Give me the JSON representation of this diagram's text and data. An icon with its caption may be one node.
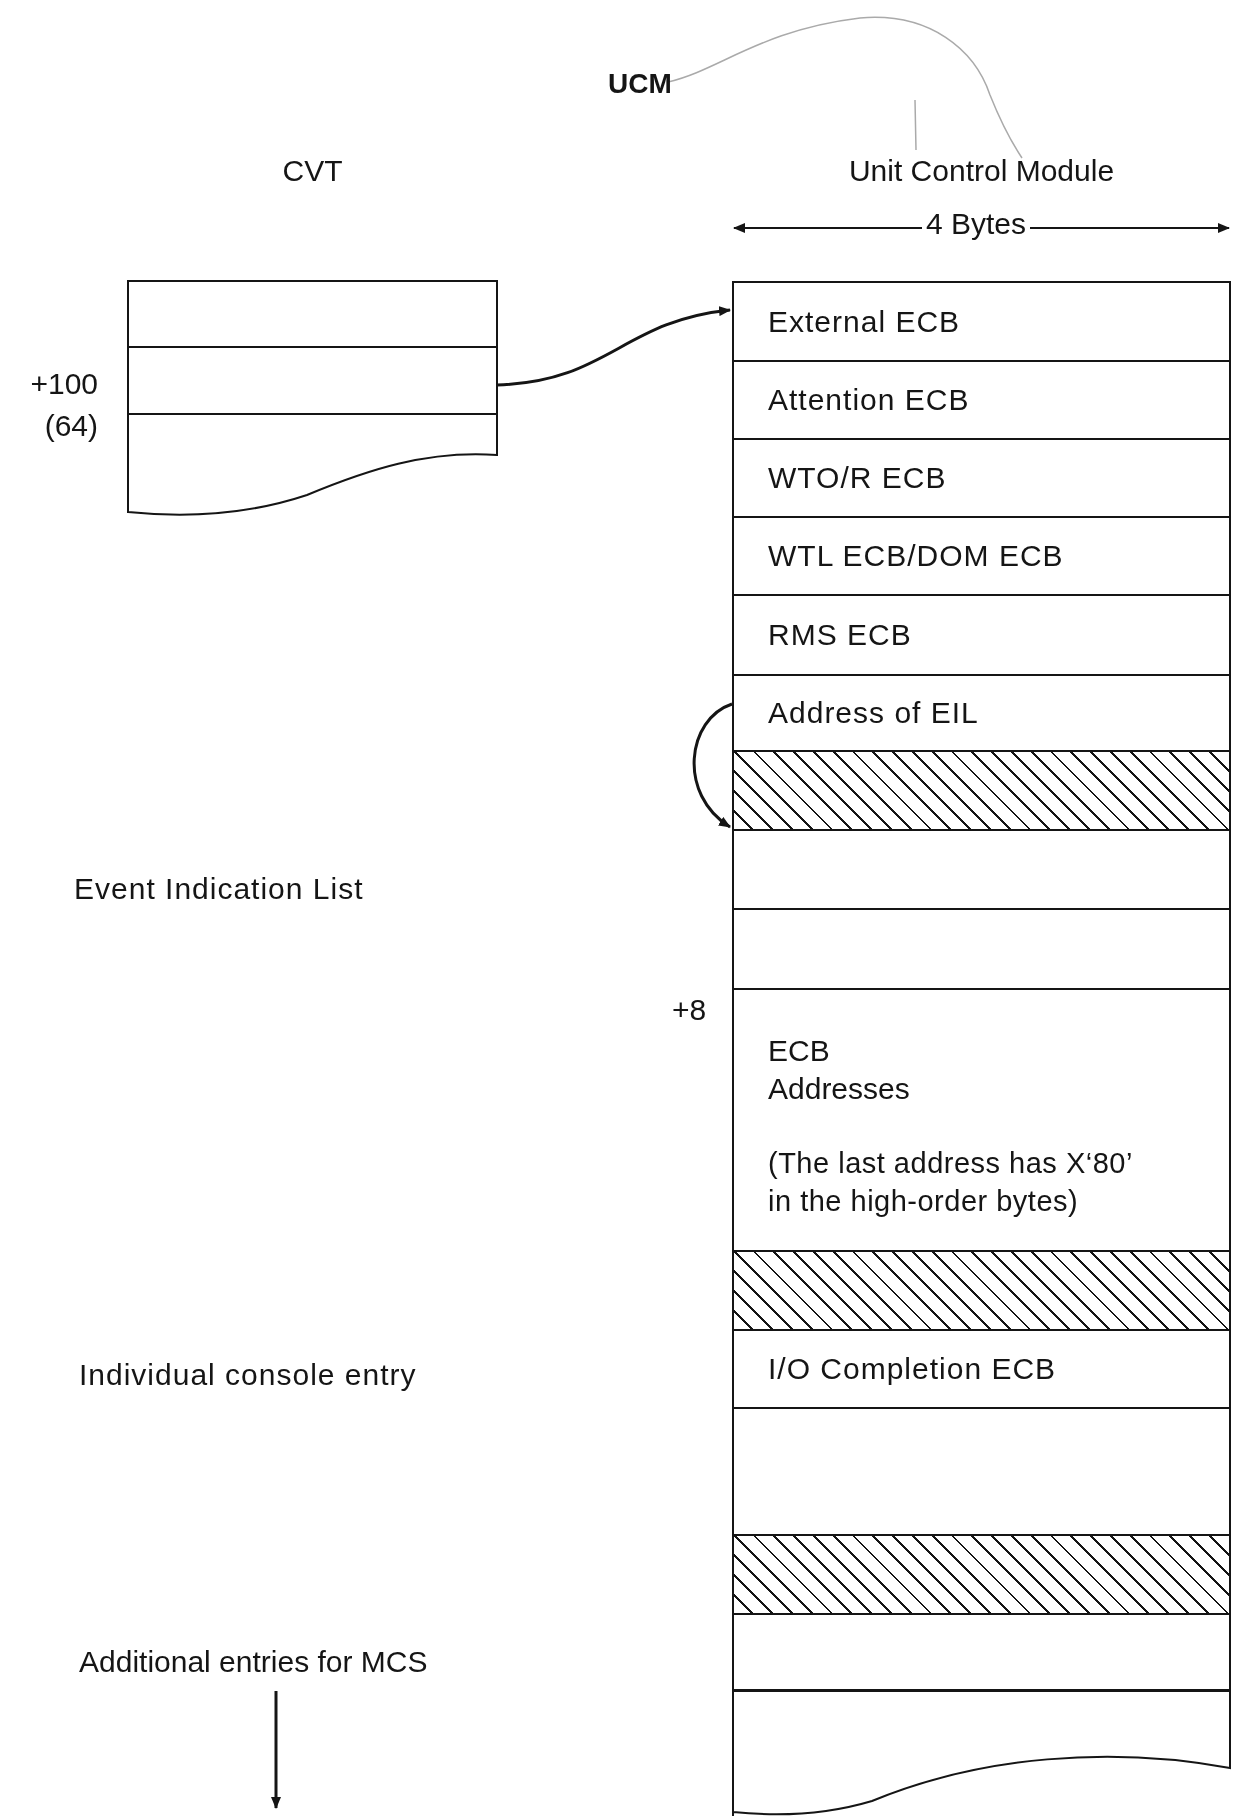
{
  "diagram": {
    "nodes": [
      {
        "text": [
          "CVT"
        ]
      },
      {
        "text": [
          "Unit Control Module"
        ]
      },
      {
        "text": [
          "External ECB"
        ],
        "in": 1
      },
      {
        "text": [
          "Attention ECB"
        ],
        "in": 1
      },
      {
        "text": [
          "WTO/R ECB"
        ],
        "in": 1
      },
      {
        "text": [
          "WTL ECB/DOM ECB"
        ],
        "in": 1
      },
      {
        "text": [
          "RMS ECB"
        ],
        "in": 1
      },
      {
        "text": [
          "Address of EIL"
        ],
        "in": 1
      },
      {
        "text": [],
        "shape": "box",
        "in": 1
      },
      {
        "text": [],
        "shape": "box",
        "in": 1
      },
      {
        "text": [],
        "shape": "box",
        "in": 1
      },
      {
        "text": [
          "ECB Addresses",
          "(The last address has X‘80’ in the high-order bytes)"
        ],
        "in": 1
      },
      {
        "text": [],
        "shape": "box",
        "in": 1
      },
      {
        "text": [
          "I/O Completion ECB"
        ],
        "in": 1
      },
      {
        "text": [],
        "shape": "box",
        "in": 1
      },
      {
        "text": [],
        "shape": "box",
        "in": 1
      },
      {
        "text": [],
        "shape": "box",
        "in": 1
      },
      {
        "text": [],
        "shape": "box",
        "in": 1
      },
      {
        "text": [
          "Additional entries for MCS"
        ]
      }
    ],
    "edges": [
      {
        "from": 0,
        "to": 2,
        "arrow": "to"
      },
      {
        "from": 7,
        "to": 9,
        "arrow": "to"
      },
      {
        "from": 18,
        "to": null,
        "arrow": "to"
      }
    ],
    "labels": [
      "UCM",
      "4 Bytes",
      "+100 (64)",
      "Event Indication List",
      "+8",
      "Individual console entry"
    ]
  }
}
